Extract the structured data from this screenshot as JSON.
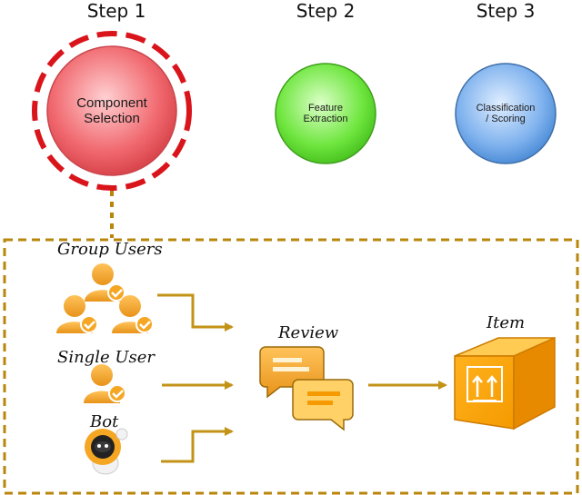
{
  "steps": [
    {
      "title": "Step 1",
      "label_line1": "Component",
      "label_line2": "Selection",
      "color": "#f0686e"
    },
    {
      "title": "Step 2",
      "label_line1": "Feature",
      "label_line2": "Extraction",
      "color": "#6fe63f"
    },
    {
      "title": "Step 3",
      "label_line1": "Classification",
      "label_line2": "/ Scoring",
      "color": "#6fa8ec"
    }
  ],
  "sources": {
    "group_users": "Group Users",
    "single_user": "Single User",
    "bot": "Bot"
  },
  "review_label": "Review",
  "item_label": "Item",
  "colors": {
    "highlight_dash": "#d9141b",
    "box_border": "#b8860b",
    "arrow": "#c39317",
    "icon_orange": "#f2a51f",
    "icon_dark": "#e08a12",
    "check_badge": "#f5a623"
  },
  "icons": [
    "group-users-icon",
    "single-user-icon",
    "bot-icon",
    "review-chat-icon",
    "item-box-icon"
  ]
}
